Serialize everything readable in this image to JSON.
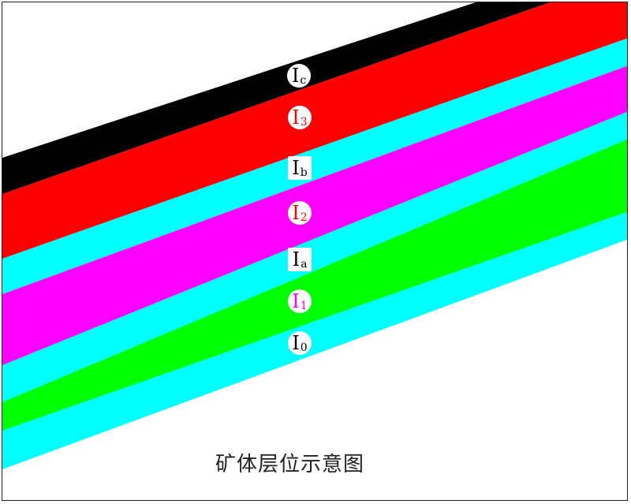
{
  "caption": "矿体层位示意图",
  "layers": [
    {
      "main": "I",
      "sub": "c",
      "color": "#000000",
      "text_color": "#000000"
    },
    {
      "main": "I",
      "sub": "3",
      "color": "#ff0000",
      "text_color": "#ff0000"
    },
    {
      "main": "I",
      "sub": "b",
      "color": "#00ffff",
      "text_color": "#000000"
    },
    {
      "main": "I",
      "sub": "2",
      "color": "#ff00ff",
      "text_color": "#ff0000"
    },
    {
      "main": "I",
      "sub": "a",
      "color": "#00ffff",
      "text_color": "#000000"
    },
    {
      "main": "I",
      "sub": "1",
      "color": "#00ff00",
      "text_color": "#ff00ff"
    },
    {
      "main": "I",
      "sub": "0",
      "color": "#00ffff",
      "text_color": "#000000"
    }
  ]
}
